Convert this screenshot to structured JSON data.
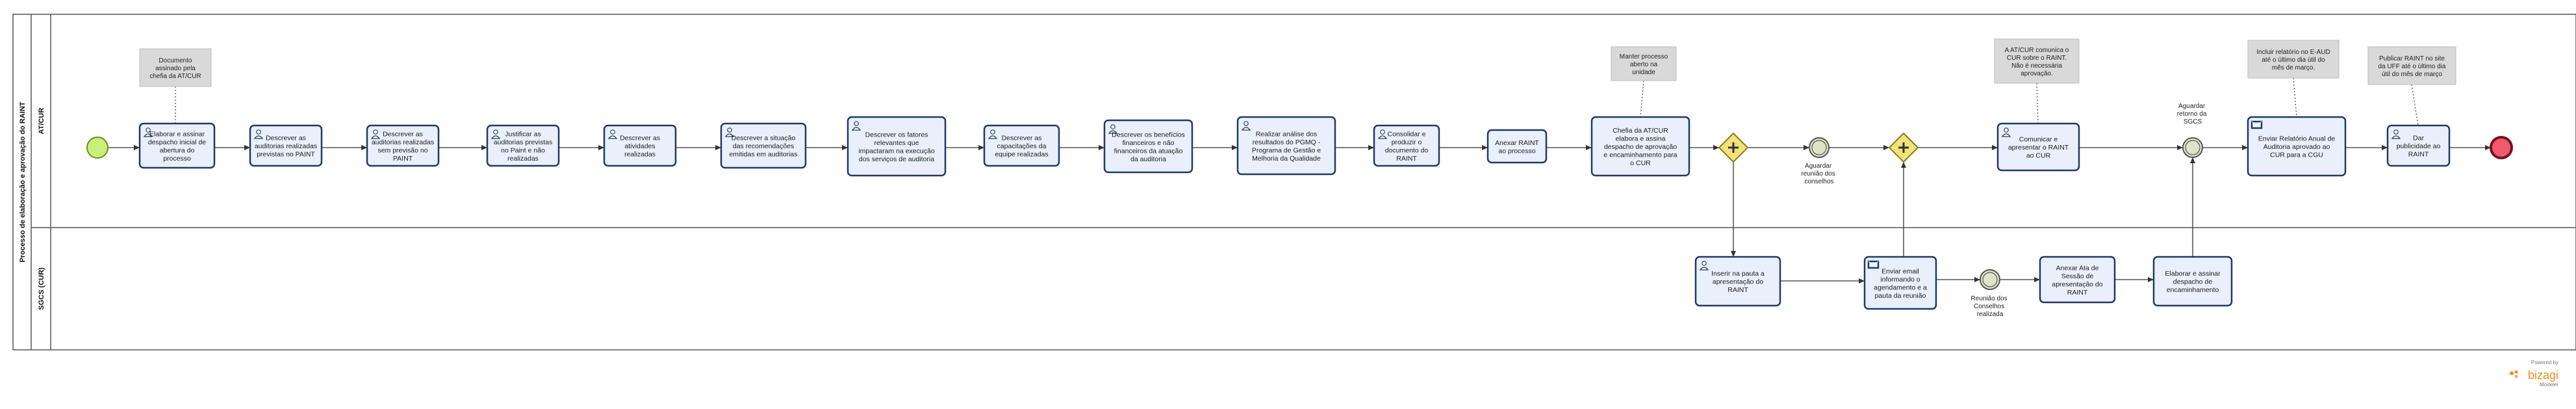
{
  "pool": {
    "label": "Processo de elaboração e aprovação do RAINT"
  },
  "lanes": [
    {
      "label": "AT/CUR"
    },
    {
      "label": "SGCS (CUR)"
    }
  ],
  "tasks": [
    {
      "id": "t1",
      "lines": [
        "Elaborar e assinar",
        "despacho inicial de",
        "abertura do",
        "processo"
      ],
      "icon": "user"
    },
    {
      "id": "t2",
      "lines": [
        "Descrever as",
        "auditorias realizadas",
        "previstas no PAINT"
      ],
      "icon": "user"
    },
    {
      "id": "t3",
      "lines": [
        "Descrever as",
        "auditorias realizadas",
        "sem previsão no",
        "PAINT"
      ],
      "icon": "user"
    },
    {
      "id": "t4",
      "lines": [
        "Justificar as",
        "auditorias previstas",
        "no Paint e não",
        "realizadas"
      ],
      "icon": "user"
    },
    {
      "id": "t5",
      "lines": [
        "Descrever as",
        "atividades",
        "realizadas"
      ],
      "icon": "user"
    },
    {
      "id": "t6",
      "lines": [
        "Descrever a situação",
        "das recomendações",
        "emitidas em auditorias"
      ],
      "icon": "user"
    },
    {
      "id": "t7",
      "lines": [
        "Descrever os fatores",
        "relevantes que",
        "impactaram na execução",
        "dos serviços de auditoria"
      ],
      "icon": "user"
    },
    {
      "id": "t8",
      "lines": [
        "Descrever as",
        "capacitações da",
        "equipe realizadas"
      ],
      "icon": "user"
    },
    {
      "id": "t9",
      "lines": [
        "Descrever os benefícios",
        "financeiros e não",
        "financeiros da atuação",
        "da auditoria"
      ],
      "icon": "user"
    },
    {
      "id": "t10",
      "lines": [
        "Realizar análise dos",
        "resultados do PGMQ -",
        "Programa de Gestão e",
        "Melhoria da Qualidade"
      ],
      "icon": "user"
    },
    {
      "id": "t11",
      "lines": [
        "Consolidar e",
        "produzir o",
        "documento do",
        "RAINT"
      ],
      "icon": "user"
    },
    {
      "id": "t12",
      "lines": [
        "Anexar RAINT",
        "ao processo"
      ],
      "icon": "none"
    },
    {
      "id": "t13",
      "lines": [
        "Chefia da AT/CUR",
        "elabora e assina",
        "despacho de aprovação",
        "e encaminhamento para",
        "o CUR"
      ],
      "icon": "none"
    },
    {
      "id": "t14",
      "lines": [
        "Comunicar e",
        "apresentar o RAINT",
        "ao CUR"
      ],
      "icon": "user"
    },
    {
      "id": "t15",
      "lines": [
        "Enviar Relatório Anual de",
        "Auditoria aprovado ao",
        "CUR para a CGU"
      ],
      "icon": "send"
    },
    {
      "id": "t16",
      "lines": [
        "Dar",
        "publicidade ao",
        "RAINT"
      ],
      "icon": "user"
    },
    {
      "id": "t17",
      "lines": [
        "Inserir na pauta a",
        "apresentação do",
        "RAINT"
      ],
      "icon": "user"
    },
    {
      "id": "t18",
      "lines": [
        "Enviar email",
        "informando o",
        "agendamento e a",
        "pauta da reunião"
      ],
      "icon": "send"
    },
    {
      "id": "t19",
      "lines": [
        "Anexar Ata de",
        "Sessão de",
        "apresentação do",
        "RAINT"
      ],
      "icon": "none"
    },
    {
      "id": "t20",
      "lines": [
        "Elaborar e assinar",
        "despacho de",
        "encaminhamento"
      ],
      "icon": "none"
    }
  ],
  "annotations": [
    {
      "id": "a1",
      "lines": [
        "Documento",
        "assinado pela",
        "chefia da AT/CUR"
      ]
    },
    {
      "id": "a2",
      "lines": [
        "Manter processo",
        "aberto na",
        "unidade"
      ]
    },
    {
      "id": "a3",
      "lines": [
        "A AT/CUR comunica o",
        "CUR sobre o RAINT.",
        "Não é necessária",
        "aprovação."
      ]
    },
    {
      "id": "a4",
      "lines": [
        "Incluir relatório no E-AUD",
        "até o último dia útil do",
        "mês de março."
      ]
    },
    {
      "id": "a5",
      "lines": [
        "Publicar RAINT no site",
        "da UFF até o último dia",
        "útil do mês de março"
      ]
    }
  ],
  "events": [
    {
      "id": "e1",
      "lines": [
        "Aguardar",
        "reunião dos",
        "conselhos"
      ]
    },
    {
      "id": "e2",
      "lines": [
        "Aguardar",
        "retorno da",
        "SGCS"
      ]
    },
    {
      "id": "e3",
      "lines": [
        "Reunião dos",
        "Conselhos",
        "realizada"
      ]
    }
  ],
  "branding": {
    "powered": "Powered by",
    "brand": "bizagi",
    "sub": "Modeler"
  },
  "colors": {
    "task_fill": "#eaf0fb",
    "task_stroke": "#1f3a68",
    "start": "#c8f07a",
    "end": "#f05a6e",
    "gateway": "#f2e27a",
    "brand": "#f08a24"
  }
}
